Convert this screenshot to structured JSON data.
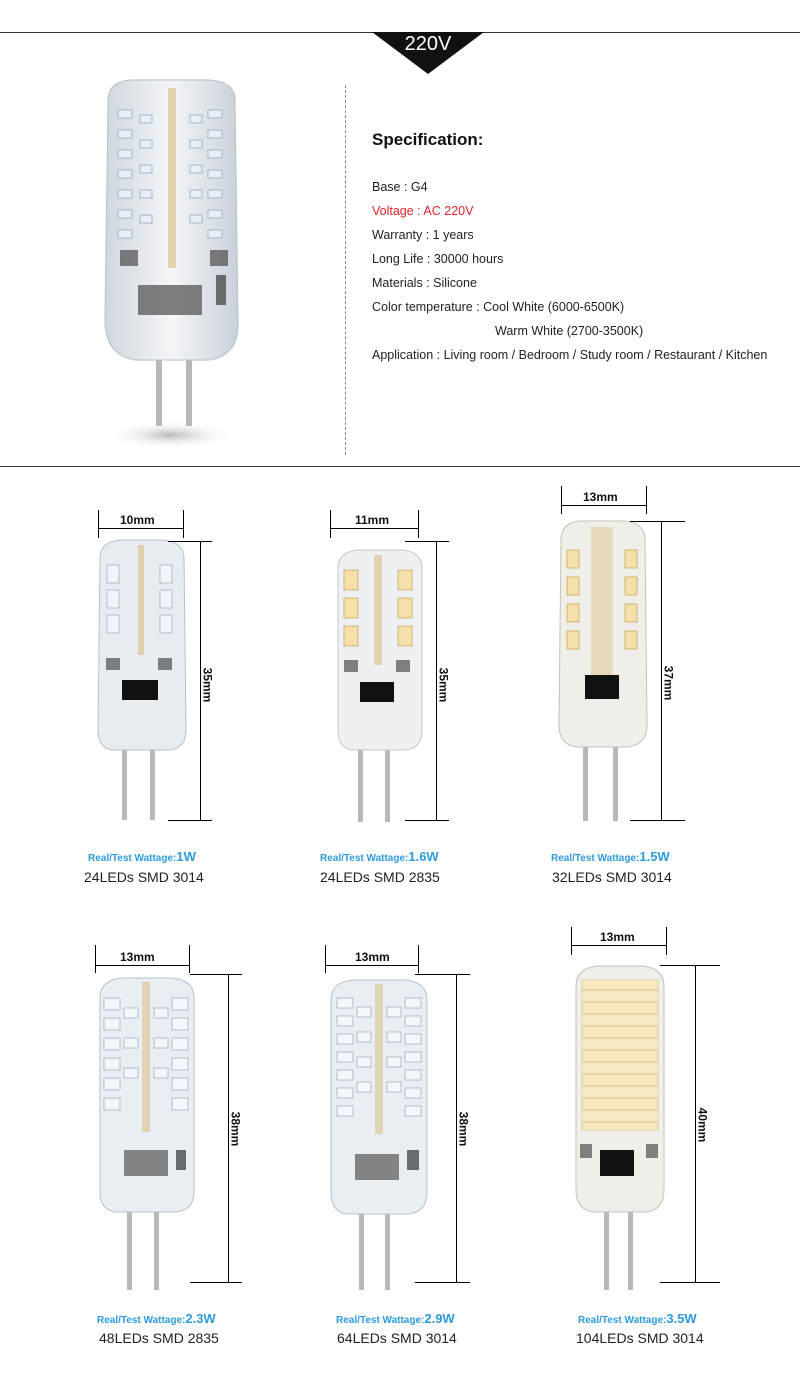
{
  "header": {
    "voltage_tab": "220V"
  },
  "spec": {
    "title": "Specification:",
    "rows": [
      "Base :  G4",
      "Voltage :  AC 220V",
      "Warranty :  1 years",
      "Long Life :  30000 hours",
      "Materials :  Silicone",
      "Color temperature :  Cool White (6000-6500K)",
      "Warm White (2700-3500K)",
      "Application :  Living room / Bedroom / Study room / Restaurant / Kitchen"
    ],
    "accent_color": "#e0242b"
  },
  "products": [
    {
      "width": "10mm",
      "height": "35mm",
      "watt_label": "Real/Test Wattage:",
      "watt": "1W",
      "leds": "24LEDs  SMD 3014"
    },
    {
      "width": "11mm",
      "height": "35mm",
      "watt_label": "Real/Test Wattage:",
      "watt": "1.6W",
      "leds": "24LEDs  SMD 2835"
    },
    {
      "width": "13mm",
      "height": "37mm",
      "watt_label": "Real/Test Wattage:",
      "watt": "1.5W",
      "leds": "32LEDs  SMD 3014"
    },
    {
      "width": "13mm",
      "height": "38mm",
      "watt_label": "Real/Test Wattage:",
      "watt": "2.3W",
      "leds": "48LEDs  SMD 2835"
    },
    {
      "width": "13mm",
      "height": "38mm",
      "watt_label": "Real/Test Wattage:",
      "watt": "2.9W",
      "leds": "64LEDs  SMD 3014"
    },
    {
      "width": "13mm",
      "height": "40mm",
      "watt_label": "Real/Test Wattage:",
      "watt": "3.5W",
      "leds": "104LEDs  SMD 3014"
    }
  ],
  "colors": {
    "watt_blue": "#2e9bdc",
    "led_cool": "#dfe8f2",
    "led_warm": "#f4e0a8"
  }
}
